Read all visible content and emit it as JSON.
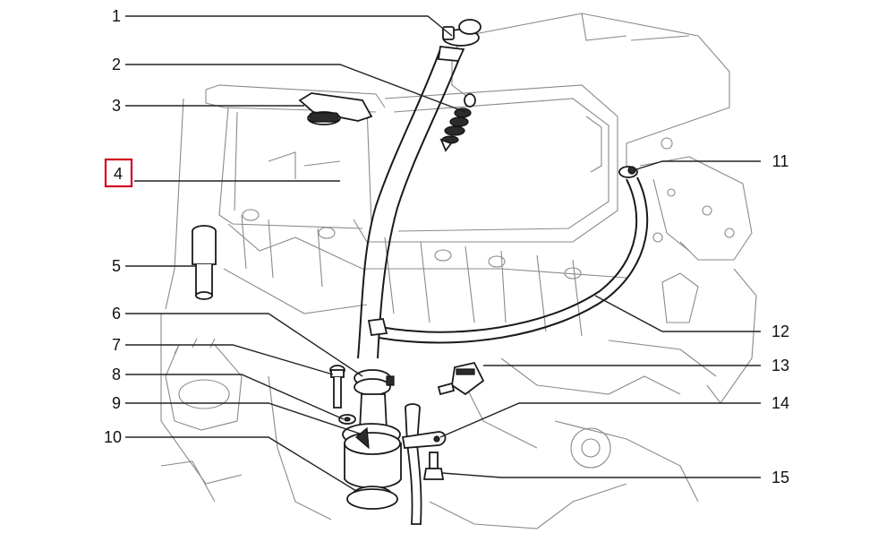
{
  "diagram": {
    "highlight_color": "#d0021b",
    "highlighted_callout": "4",
    "callouts": [
      {
        "id": "c1",
        "label": "1"
      },
      {
        "id": "c2",
        "label": "2"
      },
      {
        "id": "c3",
        "label": "3"
      },
      {
        "id": "c4",
        "label": "4"
      },
      {
        "id": "c5",
        "label": "5"
      },
      {
        "id": "c6",
        "label": "6"
      },
      {
        "id": "c7",
        "label": "7"
      },
      {
        "id": "c8",
        "label": "8"
      },
      {
        "id": "c9",
        "label": "9"
      },
      {
        "id": "c10",
        "label": "10"
      },
      {
        "id": "c11",
        "label": "11"
      },
      {
        "id": "c12",
        "label": "12"
      },
      {
        "id": "c13",
        "label": "13"
      },
      {
        "id": "c14",
        "label": "14"
      },
      {
        "id": "c15",
        "label": "15"
      }
    ]
  }
}
